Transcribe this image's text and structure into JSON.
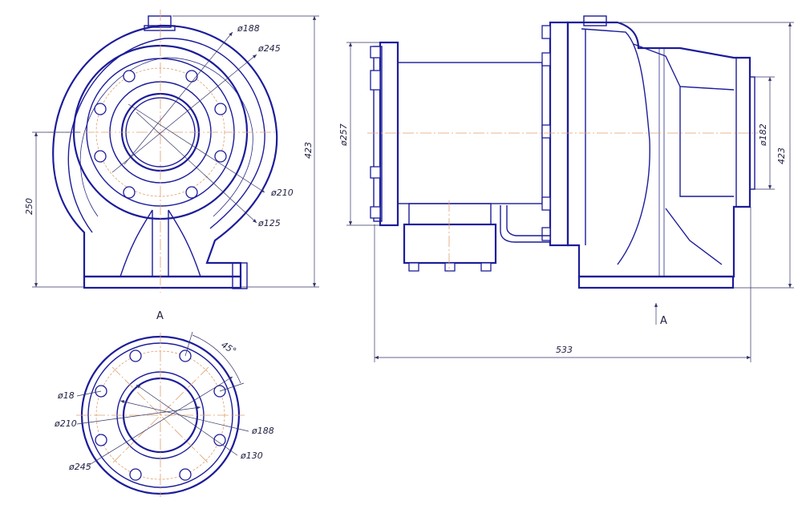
{
  "colors": {
    "outline": "#1c1c9a",
    "centerline": "#e0a070",
    "dimension": "#333366"
  },
  "front_view": {
    "dims": {
      "d188": "ø188",
      "d245": "ø245",
      "d210": "ø210",
      "d125": "ø125",
      "h250": "250",
      "h423": "423"
    }
  },
  "view_a": {
    "label": "A",
    "dims": {
      "angle": "45°",
      "d18": "ø18",
      "d210": "ø210",
      "d245": "ø245",
      "d188": "ø188",
      "d130": "ø130"
    }
  },
  "side_view": {
    "arrow_label": "A",
    "dims": {
      "d257": "ø257",
      "d182": "ø182",
      "h423": "423",
      "len533": "533"
    }
  }
}
